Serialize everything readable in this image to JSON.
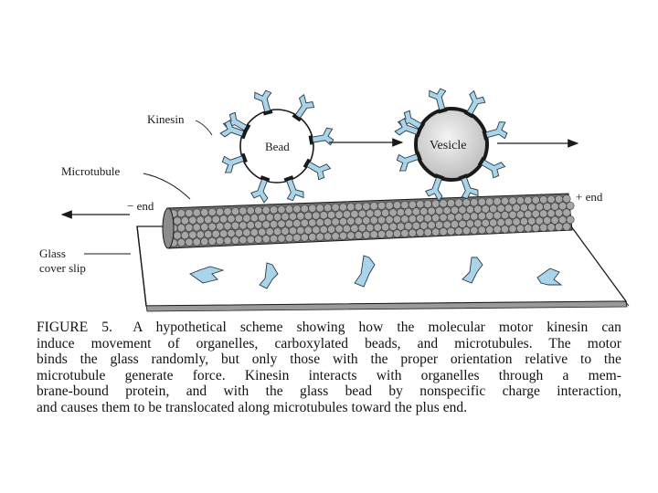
{
  "labels": {
    "kinesin": "Kinesin",
    "microtubule": "Microtubule",
    "bead": "Bead",
    "vesicle": "Vesicle",
    "minus_end": "− end",
    "plus_end": "+ end",
    "glass_line1": "Glass",
    "glass_line2": "cover slip"
  },
  "caption": {
    "figure_number": "FIGURE 5.",
    "lines": [
      "A hypothetical scheme showing how the molecular motor kinesin can",
      "induce movement of organelles, carboxylated beads, and microtubules. The motor",
      "binds the glass randomly, but only those with the proper orientation relative to the",
      "microtubule generate force. Kinesin interacts with organelles through a mem-",
      "brane-bound protein, and with the glass bead by nonspecific charge interaction,",
      "and causes them to be translocated along microtubules toward the plus end."
    ]
  },
  "colors": {
    "kinesin_fill": "#a9d4ea",
    "microtubule": "#8a8a8a",
    "vesicle_fill": "#dcdcdc",
    "glass_shade": "#9a9a9a"
  }
}
